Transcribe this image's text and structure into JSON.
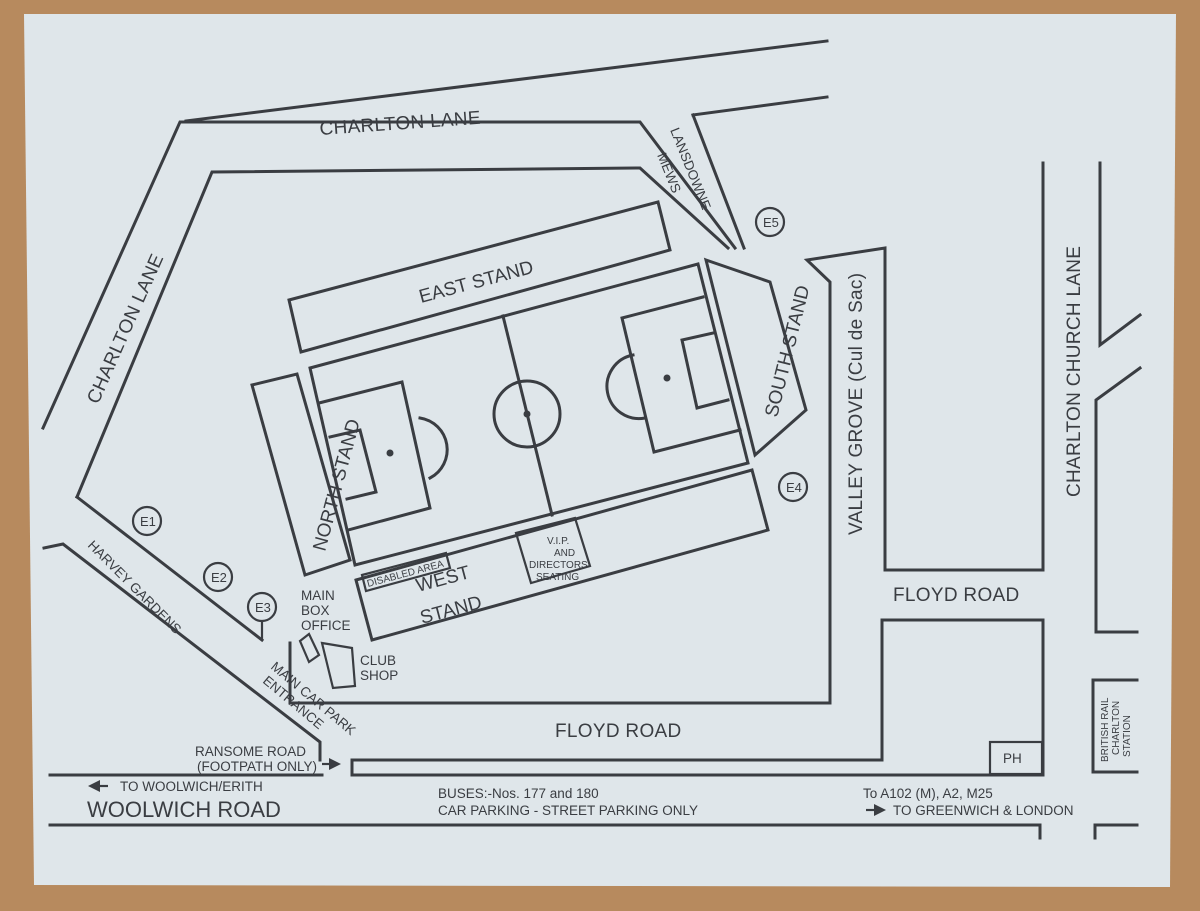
{
  "colors": {
    "paper": "#dfe6ea",
    "ink": "#3a3d42",
    "table": "#b78a5e"
  },
  "roads": {
    "charlton_lane_top": "CHARLTON LANE",
    "charlton_lane_left": "CHARLTON LANE",
    "lansdowne_mews": [
      "LANSDOWNE",
      "MEWS"
    ],
    "valley_grove": "VALLEY GROVE (Cul de Sac)",
    "charlton_church_lane": "CHARLTON CHURCH LANE",
    "harvey_gardens": "HARVEY GARDENS",
    "floyd_road_upper": "FLOYD ROAD",
    "floyd_road_lower": "FLOYD ROAD",
    "woolwich_road": "WOOLWICH ROAD",
    "ransome_road": [
      "RANSOME ROAD",
      "(FOOTPATH ONLY)"
    ]
  },
  "stands": {
    "east": "EAST STAND",
    "south": "SOUTH STAND",
    "north": "NORTH STAND",
    "west": [
      "WEST",
      "STAND"
    ]
  },
  "facilities": {
    "disabled_area": "DISABLED AREA",
    "vip": [
      "V.I.P.",
      "AND",
      "DIRECTORS",
      "SEATING"
    ],
    "box_office": [
      "MAIN",
      "BOX",
      "OFFICE"
    ],
    "club_shop": [
      "CLUB",
      "SHOP"
    ],
    "car_park": [
      "MAIN CAR PARK",
      "ENTRANCE"
    ],
    "pub": "PH",
    "station": [
      "BRITISH RAIL",
      "CHARLTON",
      "STATION"
    ]
  },
  "entrances": [
    "E1",
    "E2",
    "E3",
    "E4",
    "E5"
  ],
  "directions": {
    "woolwich": "TO WOOLWICH/ERITH",
    "a102": "To A102 (M), A2, M25",
    "greenwich": "TO GREENWICH & LONDON"
  },
  "info": {
    "buses": "BUSES:-Nos. 177 and 180",
    "parking": "CAR PARKING - STREET PARKING ONLY"
  }
}
